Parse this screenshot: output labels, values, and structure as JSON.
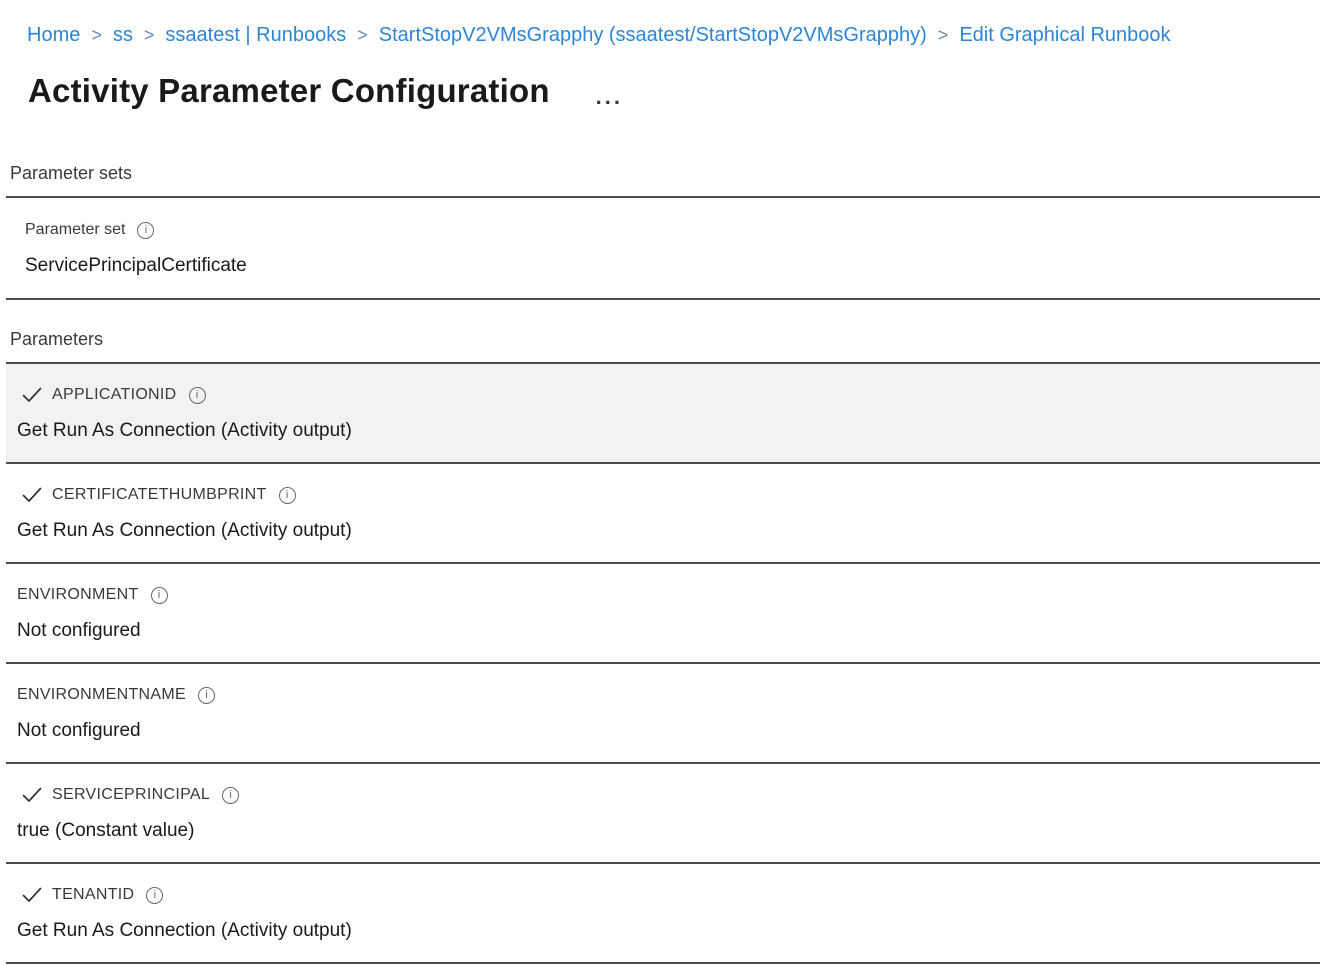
{
  "breadcrumb": {
    "separator": ">",
    "items": [
      {
        "label": "Home"
      },
      {
        "label": "ss"
      },
      {
        "label": "ssaatest | Runbooks"
      },
      {
        "label": "StartStopV2VMsGrapphy (ssaatest/StartStopV2VMsGrapphy)"
      },
      {
        "label": "Edit Graphical Runbook"
      }
    ]
  },
  "page": {
    "title": "Activity Parameter Configuration",
    "more_label": "..."
  },
  "icons": {
    "info": "i",
    "check": "checkmark"
  },
  "parameter_sets_section": {
    "header": "Parameter sets",
    "field": {
      "label": "Parameter set",
      "value": "ServicePrincipalCertificate"
    }
  },
  "parameters_section": {
    "header": "Parameters",
    "rows": [
      {
        "name": "APPLICATIONID",
        "value": "Get Run As Connection (Activity output)",
        "checked": true,
        "selected": true
      },
      {
        "name": "CERTIFICATETHUMBPRINT",
        "value": "Get Run As Connection (Activity output)",
        "checked": true,
        "selected": false
      },
      {
        "name": "ENVIRONMENT",
        "value": "Not configured",
        "checked": false,
        "selected": false
      },
      {
        "name": "ENVIRONMENTNAME",
        "value": "Not configured",
        "checked": false,
        "selected": false
      },
      {
        "name": "SERVICEPRINCIPAL",
        "value": "true (Constant value)",
        "checked": true,
        "selected": false
      },
      {
        "name": "TENANTID",
        "value": "Get Run As Connection (Activity output)",
        "checked": true,
        "selected": false
      }
    ]
  },
  "colors": {
    "link": "#2b86d9",
    "separator": "#688baf",
    "divider": "#4c4c4a",
    "selected_row_bg": "#f3f2f1",
    "text": "#1b1a19",
    "label": "#3b3a39",
    "icon_gray": "#666666",
    "page_bg": "#ffffff"
  }
}
